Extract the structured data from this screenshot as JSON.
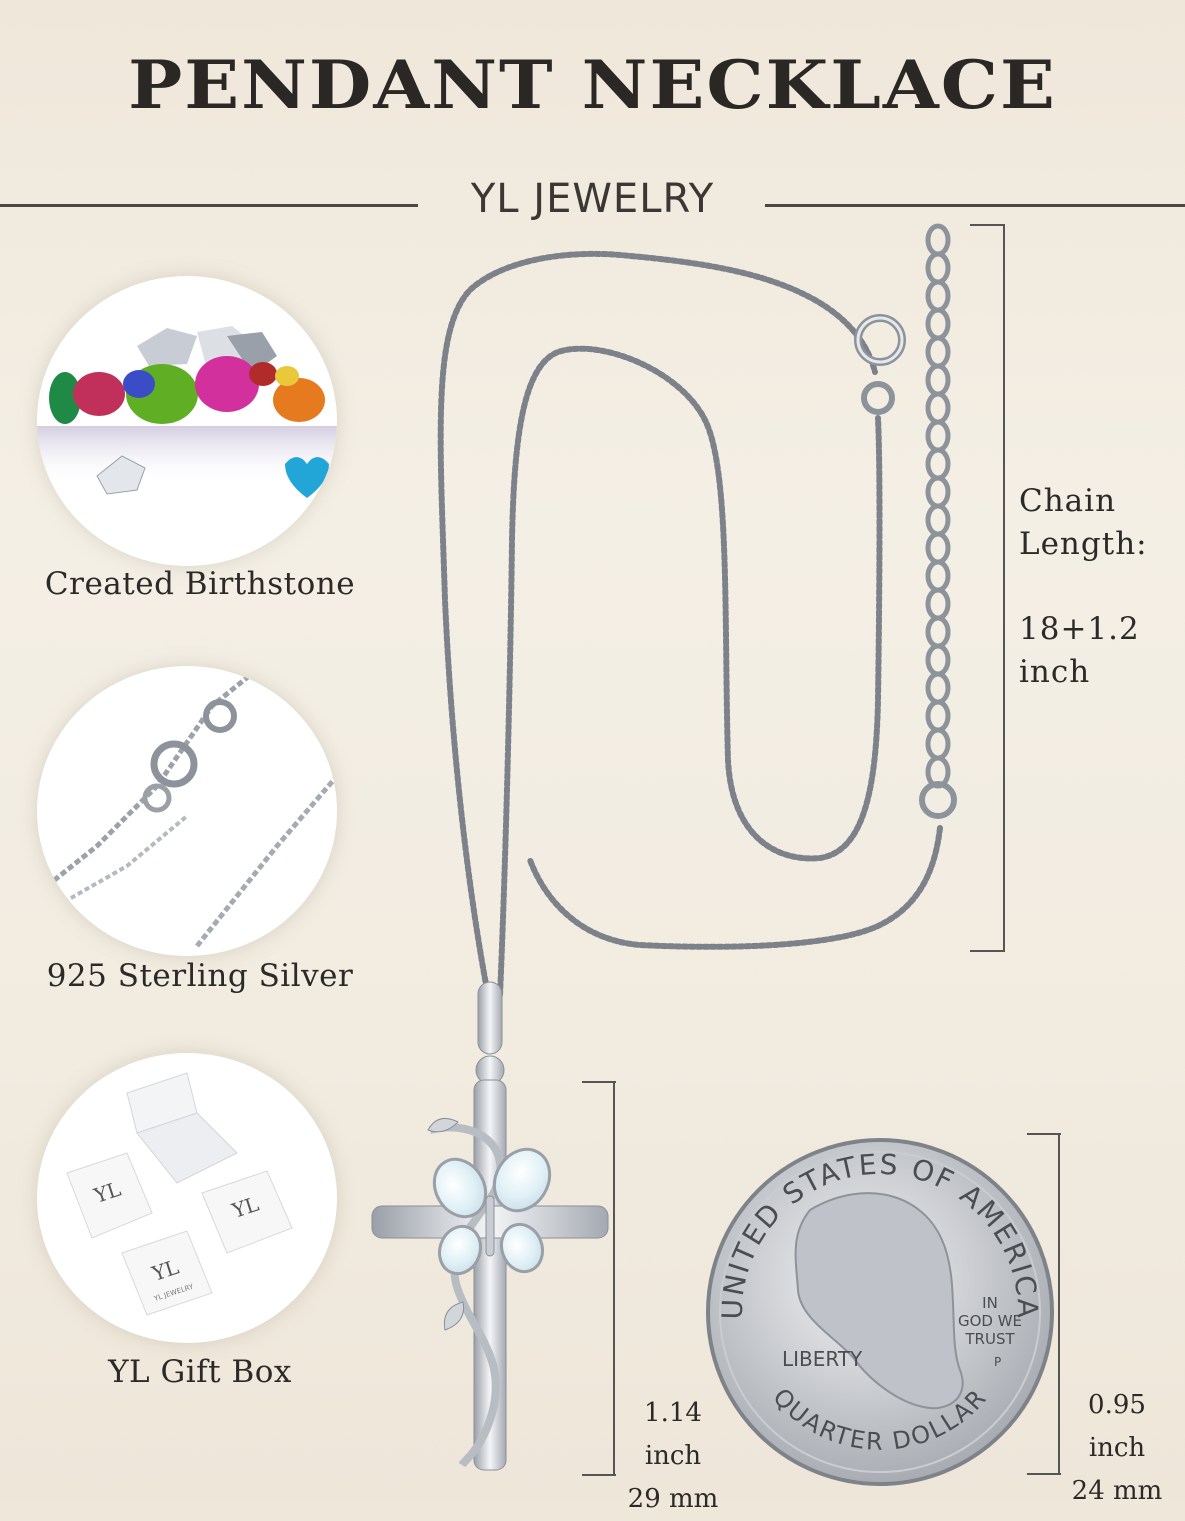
{
  "header": {
    "title": "PENDANT NECKLACE",
    "brand": "YL JEWELRY"
  },
  "features": [
    {
      "label": "Created Birthstone",
      "icon": "gemstones-photo"
    },
    {
      "label": "925 Sterling Silver",
      "icon": "silver-chain-clasp-photo"
    },
    {
      "label": "YL Gift Box",
      "icon": "gift-box-photo"
    }
  ],
  "chain": {
    "label_line1": "Chain",
    "label_line2": "Length:",
    "value_line1": "18+1.2",
    "value_line2": "inch"
  },
  "pendant_size": {
    "inch": "1.14 inch",
    "mm": "29 mm"
  },
  "coin": {
    "size_inch": "0.95 inch",
    "size_mm": "24 mm",
    "top_text": "UNITED STATES OF AMERICA",
    "motto": [
      "IN",
      "GOD WE",
      "TRUST"
    ],
    "liberty": "LIBERTY",
    "mint": "P",
    "bottom_text": "QUARTER DOLLAR"
  },
  "logo": {
    "monogram": "YL",
    "box_text": "YL JEWELRY"
  },
  "colors": {
    "background": "#efe7da",
    "text": "#2c2a28",
    "silver": "#b8bcc2",
    "opal": "#dfeef4"
  }
}
